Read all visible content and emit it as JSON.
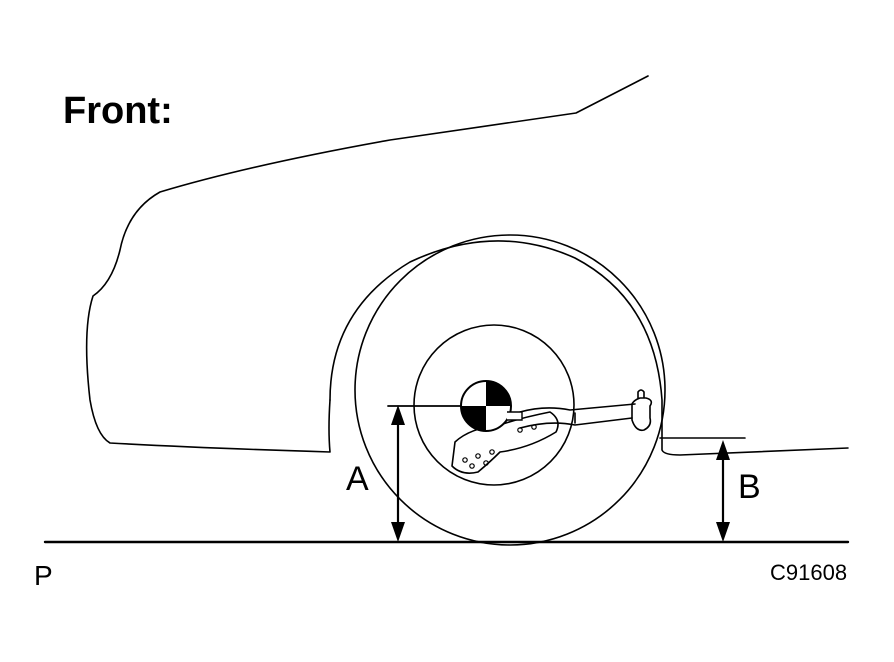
{
  "title": "Front:",
  "labels": {
    "dimension_a": "A",
    "dimension_b": "B",
    "ground": "P"
  },
  "figure_code": "C91608",
  "colors": {
    "ink": "#000000",
    "background": "#ffffff"
  }
}
